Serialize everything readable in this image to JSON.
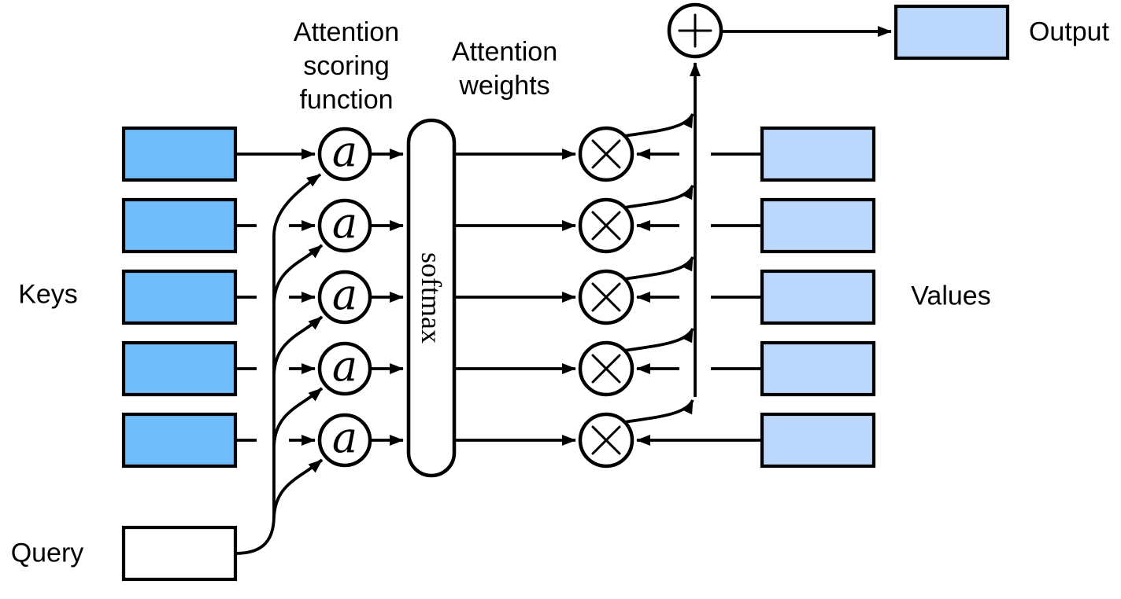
{
  "diagram": {
    "labels": {
      "keys": "Keys",
      "query": "Query",
      "values": "Values",
      "output": "Output",
      "scoring_function": "Attention\nscoring\nfunction",
      "attention_weights": "Attention\nweights",
      "softmax": "softmax"
    },
    "operators": {
      "score": "a",
      "multiply": "×",
      "add": "+"
    },
    "colors": {
      "key_fill": "#71BCFB",
      "value_fill": "#BBD7FB",
      "output_fill": "#BBD7FB",
      "query_fill": "#FFFFFF",
      "line": "#000000"
    },
    "counts": {
      "keys": 5,
      "values": 5,
      "scoring_nodes": 5,
      "multiply_nodes": 5
    }
  }
}
